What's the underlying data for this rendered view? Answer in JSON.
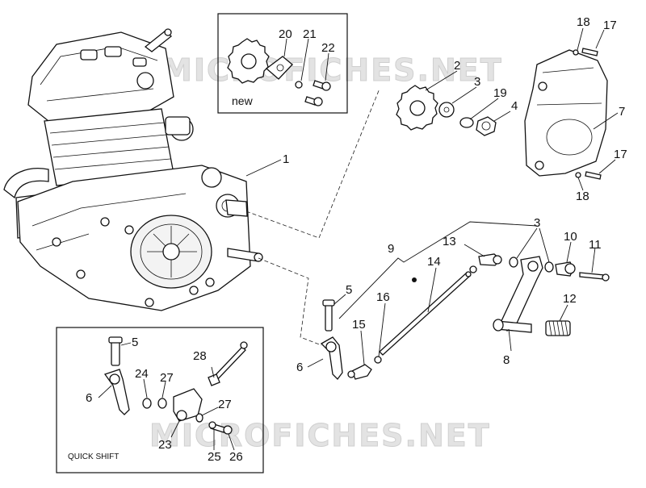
{
  "watermark": "MICROFICHES.NET",
  "inset_top": {
    "label": "new",
    "callouts": [
      "20",
      "21",
      "22"
    ]
  },
  "inset_bottom": {
    "label": "QUICK SHIFT",
    "callouts": [
      "5",
      "6",
      "24",
      "27",
      "28",
      "23",
      "27",
      "25",
      "26"
    ]
  },
  "callouts": {
    "c1": "1",
    "c2": "2",
    "c3a": "3",
    "c3b": "3",
    "c4": "4",
    "c5": "5",
    "c6": "6",
    "c7": "7",
    "c8": "8",
    "c9": "9",
    "c10": "10",
    "c11": "11",
    "c12": "12",
    "c13": "13",
    "c14": "14",
    "c15": "15",
    "c16": "16",
    "c17a": "17",
    "c17b": "17",
    "c18a": "18",
    "c18b": "18",
    "c19": "19"
  }
}
